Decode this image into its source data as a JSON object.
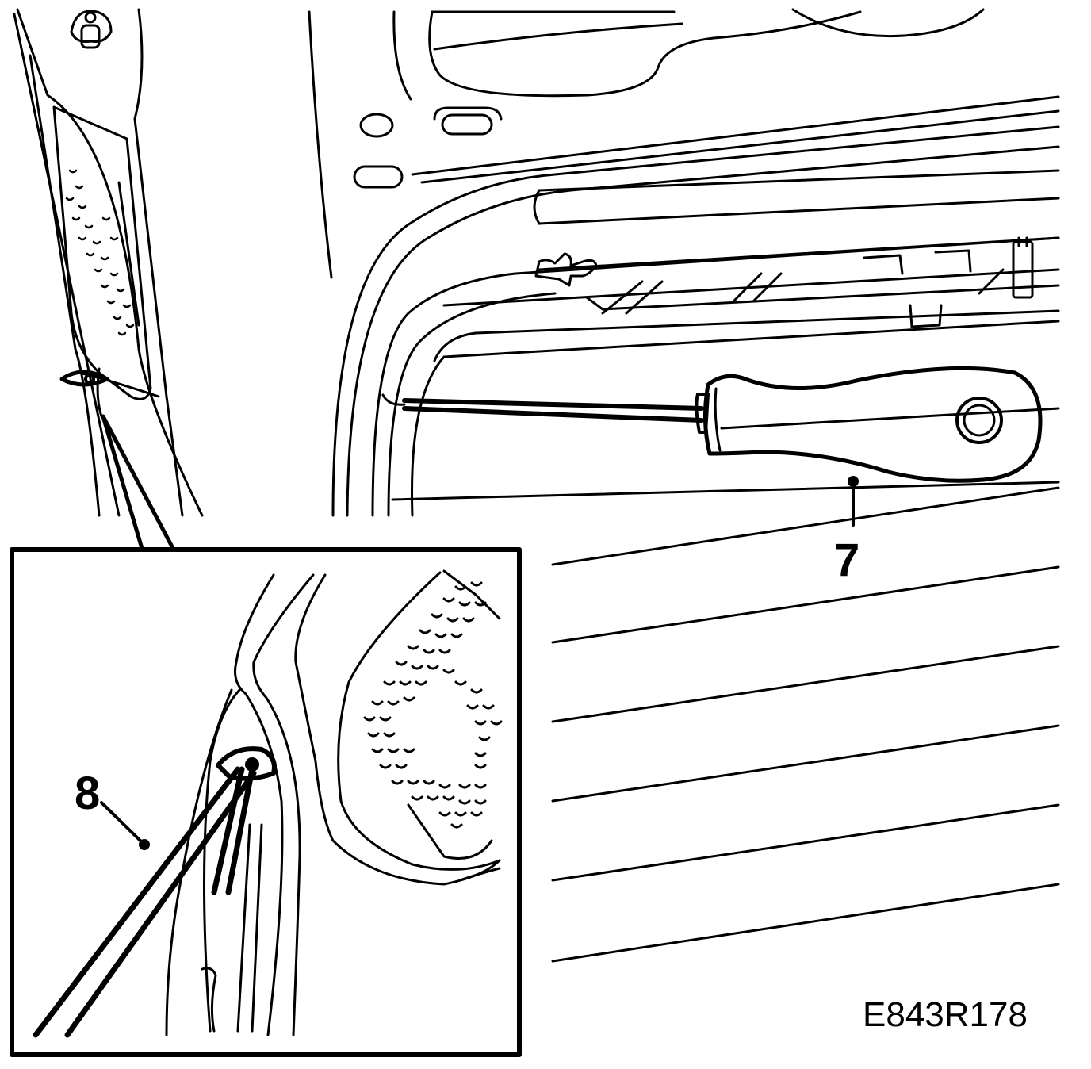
{
  "callouts": {
    "item_7": "7",
    "item_8": "8"
  },
  "figure_code": "E843R178",
  "icons": [
    "screwdriver-icon",
    "clip-icon"
  ],
  "colors": {
    "line": "#000000",
    "background": "#ffffff"
  }
}
